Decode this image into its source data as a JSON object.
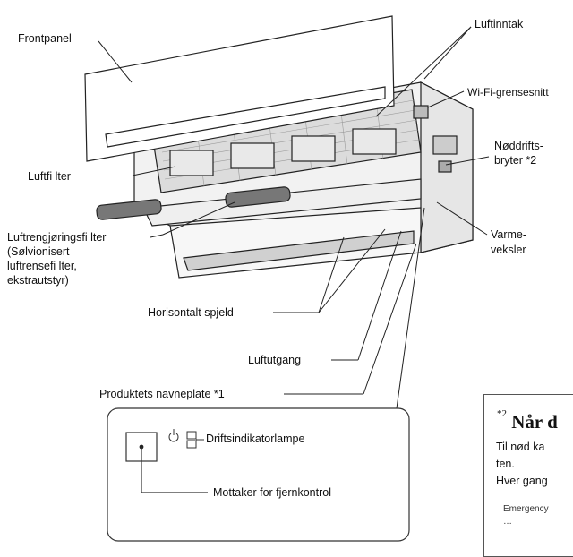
{
  "labels": {
    "frontpanel": "Frontpanel",
    "luftinntak": "Luftinntak",
    "wifi": "Wi-Fi-grensesnitt",
    "nod1": "Nøddrifts-",
    "nod2": "bryter *2",
    "luftfilter": "Luftfi lter",
    "varme1": "Varme-",
    "varme2": "veksler",
    "luftreng1": "Luftrengjøringsfi lter",
    "luftreng2": "(Sølvionisert",
    "luftreng3": "luftrensefi lter,",
    "luftreng4": "ekstrautstyr)",
    "spjeld": "Horisontalt spjeld",
    "luftutgang": "Luftutgang",
    "navneplate": "Produktets navneplate *1",
    "indikator": "Driftsindikatorlampe",
    "mottaker": "Mottaker for fjernkontrol"
  },
  "note": {
    "title_sup": "*2",
    "title": "Når d",
    "line1": "Til nød ka",
    "line2": "ten.",
    "line3": "Hver gang",
    "line4": "Emergency",
    "line5": "…"
  }
}
